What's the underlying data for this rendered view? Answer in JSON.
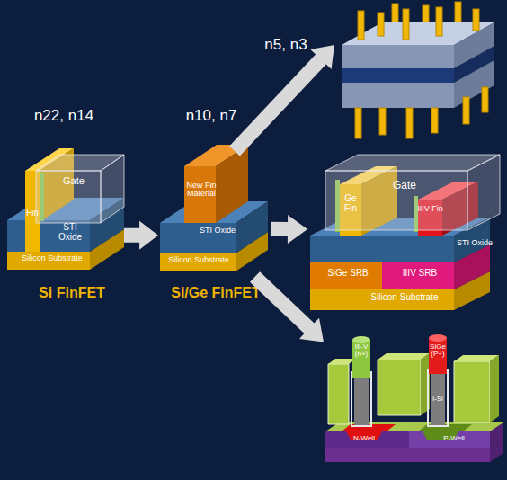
{
  "diagram": {
    "nodes": [
      {
        "text": [
          "n22, n14",
          "Gate",
          "Fin",
          "STI Oxide",
          "Silicon Substrate",
          "Si FinFET"
        ]
      },
      {
        "text": [
          "n10, n7",
          "New Fin Material",
          "STI Oxide",
          "Silicon Substrate",
          "Si/Ge FinFET"
        ]
      },
      {
        "text": [
          "n5, n3"
        ]
      },
      {
        "text": [
          "Gate",
          "Ge Fin",
          "IIIV Fin",
          "STI Oxide",
          "SiGe SRB",
          "IIIV SRB",
          "Silicon Substrate"
        ]
      },
      {
        "text": [
          "III-V (n+)",
          "SiGe (P+)",
          "i-Si",
          "N-Well",
          "P-Well"
        ]
      }
    ],
    "edges": [
      {
        "from": 0,
        "to": 1,
        "arrow": "to"
      },
      {
        "from": 1,
        "to": 2,
        "arrow": "to"
      },
      {
        "from": 1,
        "to": 3,
        "arrow": "to"
      },
      {
        "from": 1,
        "to": 4,
        "arrow": "to"
      }
    ]
  }
}
